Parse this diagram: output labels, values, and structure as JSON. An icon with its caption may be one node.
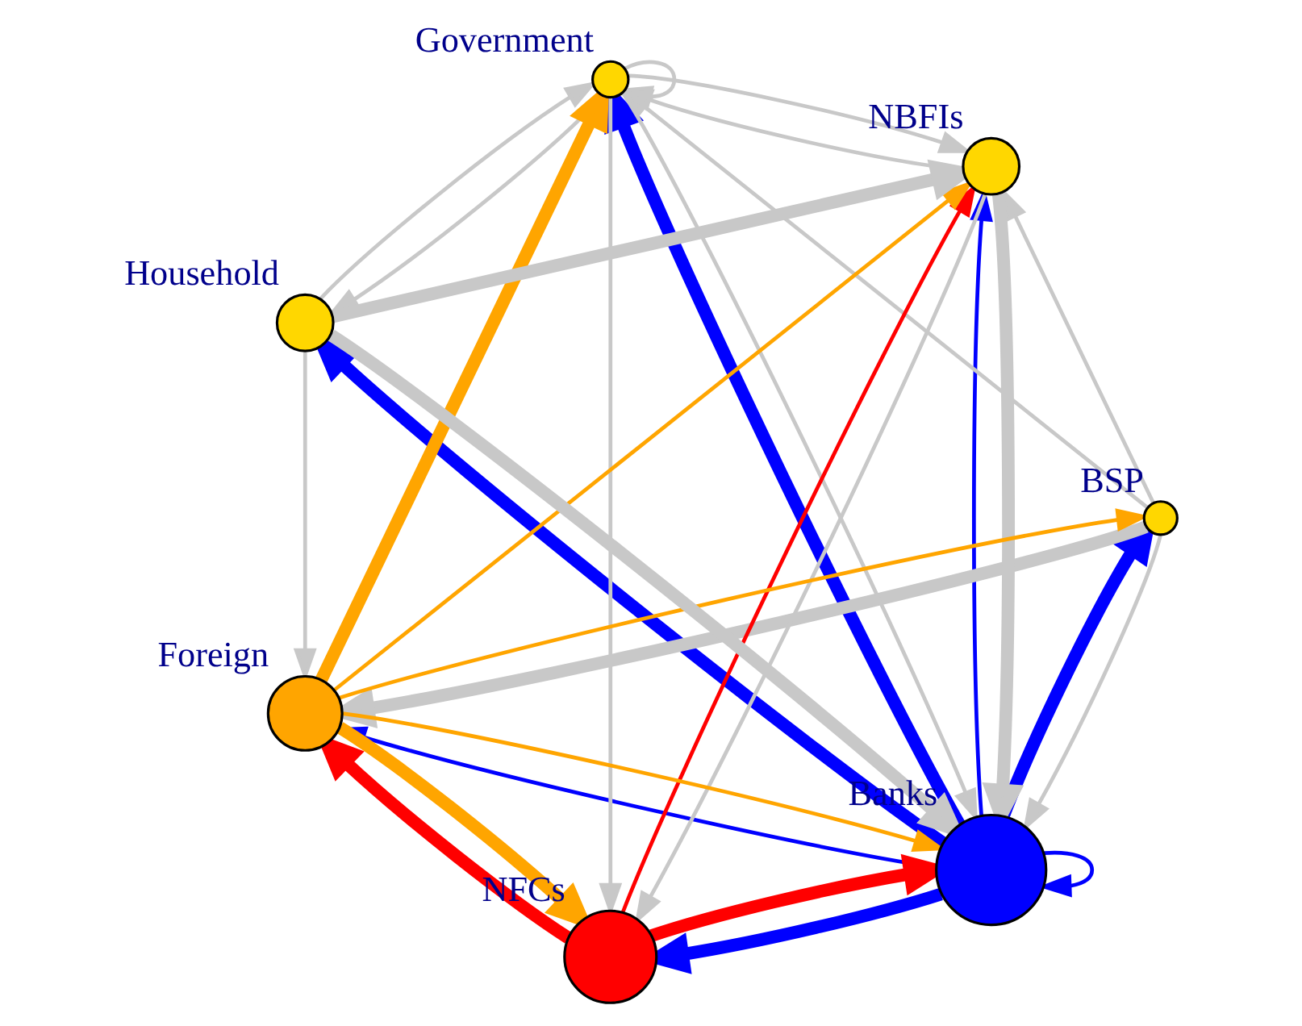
{
  "diagram": {
    "nodes": [
      {
        "text": [],
        "shape": "circle",
        "beside": [
          "Banks"
        ]
      },
      {
        "text": [],
        "shape": "circle",
        "beside": [
          "BSP"
        ]
      },
      {
        "text": [],
        "shape": "circle",
        "beside": [
          "NBFIs"
        ]
      },
      {
        "text": [],
        "shape": "circle",
        "beside": [
          "Government"
        ]
      },
      {
        "text": [],
        "shape": "circle",
        "beside": [
          "NFCs"
        ]
      },
      {
        "text": [],
        "shape": "circle",
        "beside": [
          "Foreign"
        ]
      },
      {
        "text": [],
        "shape": "circle",
        "beside": [
          "Household"
        ]
      }
    ],
    "edges": [
      {
        "from": 0,
        "to": 0,
        "arrow": "to",
        "color": "#0000ff"
      },
      {
        "from": 0,
        "to": 1,
        "arrow": "to",
        "style": "thick",
        "color": "#0000ff"
      },
      {
        "from": 0,
        "to": 2,
        "arrow": "to",
        "color": "#0000ff"
      },
      {
        "from": 0,
        "to": 3,
        "arrow": "to",
        "style": "thick",
        "color": "#0000ff"
      },
      {
        "from": 0,
        "to": 4,
        "arrow": "to",
        "style": "thick",
        "color": "#0000ff"
      },
      {
        "from": 0,
        "to": 6,
        "arrow": "to",
        "style": "thick",
        "color": "#0000ff"
      },
      {
        "from": 0,
        "to": 5,
        "arrow": "to",
        "color": "#0000ff"
      },
      {
        "from": 4,
        "to": 0,
        "arrow": "to",
        "style": "thick",
        "color": "#ff0000"
      },
      {
        "from": 4,
        "to": 2,
        "arrow": "to",
        "color": "#ff0000"
      },
      {
        "from": 4,
        "to": 5,
        "arrow": "to",
        "style": "thick",
        "color": "#ff0000"
      },
      {
        "from": 5,
        "to": 0,
        "arrow": "to",
        "color": "#ffa500"
      },
      {
        "from": 5,
        "to": 1,
        "arrow": "to",
        "color": "#ffa500"
      },
      {
        "from": 5,
        "to": 3,
        "arrow": "to",
        "style": "thick",
        "color": "#ffa500"
      },
      {
        "from": 5,
        "to": 2,
        "arrow": "to",
        "color": "#ffa500"
      },
      {
        "from": 5,
        "to": 4,
        "arrow": "to",
        "style": "thick",
        "color": "#ffa500"
      },
      {
        "from": 3,
        "to": 3,
        "arrow": "to"
      },
      {
        "from": 6,
        "to": 0,
        "arrow": "to",
        "style": "thick"
      },
      {
        "from": 2,
        "to": 0,
        "arrow": "to",
        "style": "thick"
      },
      {
        "from": 1,
        "to": 0,
        "arrow": "to"
      },
      {
        "from": 3,
        "to": 0,
        "arrow": "to"
      },
      {
        "from": 3,
        "to": 2,
        "arrow": "to"
      },
      {
        "from": 6,
        "to": 2,
        "arrow": "to",
        "style": "thick"
      },
      {
        "from": 1,
        "to": 5,
        "arrow": "to",
        "style": "thick"
      },
      {
        "from": 6,
        "to": 5,
        "arrow": "to"
      },
      {
        "from": 2,
        "to": 4,
        "arrow": "to"
      },
      {
        "from": 3,
        "to": 4,
        "arrow": "to"
      },
      {
        "from": 1,
        "to": 2,
        "arrow": "to"
      },
      {
        "from": 2,
        "to": 3,
        "arrow": "to"
      },
      {
        "from": 6,
        "to": 3,
        "arrow": "to"
      },
      {
        "from": 1,
        "to": 3,
        "arrow": "to"
      },
      {
        "from": 3,
        "to": 6,
        "arrow": "to"
      }
    ]
  }
}
